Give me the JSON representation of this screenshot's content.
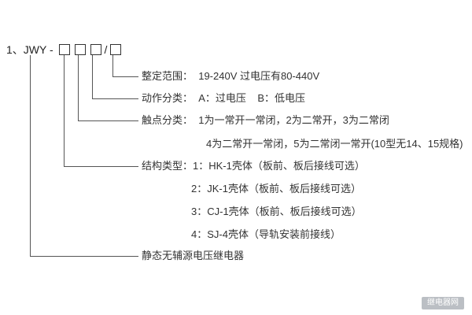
{
  "model": {
    "prefix": "1、JWY - ",
    "slash": "/",
    "box_count": 4
  },
  "lines": {
    "setting_range": "整定范围：  19-240V 过电压有80-440V",
    "action_class": "动作分类：  A：过电压    B：低电压",
    "contact_class_1": "触点分类：  1为一常开一常闭，2为二常开，3为二常闭",
    "contact_class_2": "4为二常开一常闭，5为二常闭一常开(10型无14、15规格)",
    "structure_1": "结构类型：1：HK-1壳体（板前、板后接线可选）",
    "structure_2": "2：JK-1壳体（板前、板后接线可选）",
    "structure_3": "3：CJ-1壳体（板前、板后接线可选）",
    "structure_4": "4：SJ-4壳体（导轨安装前接线）",
    "product_name": "静态无辅源电压继电器"
  },
  "watermark": "继电器网"
}
